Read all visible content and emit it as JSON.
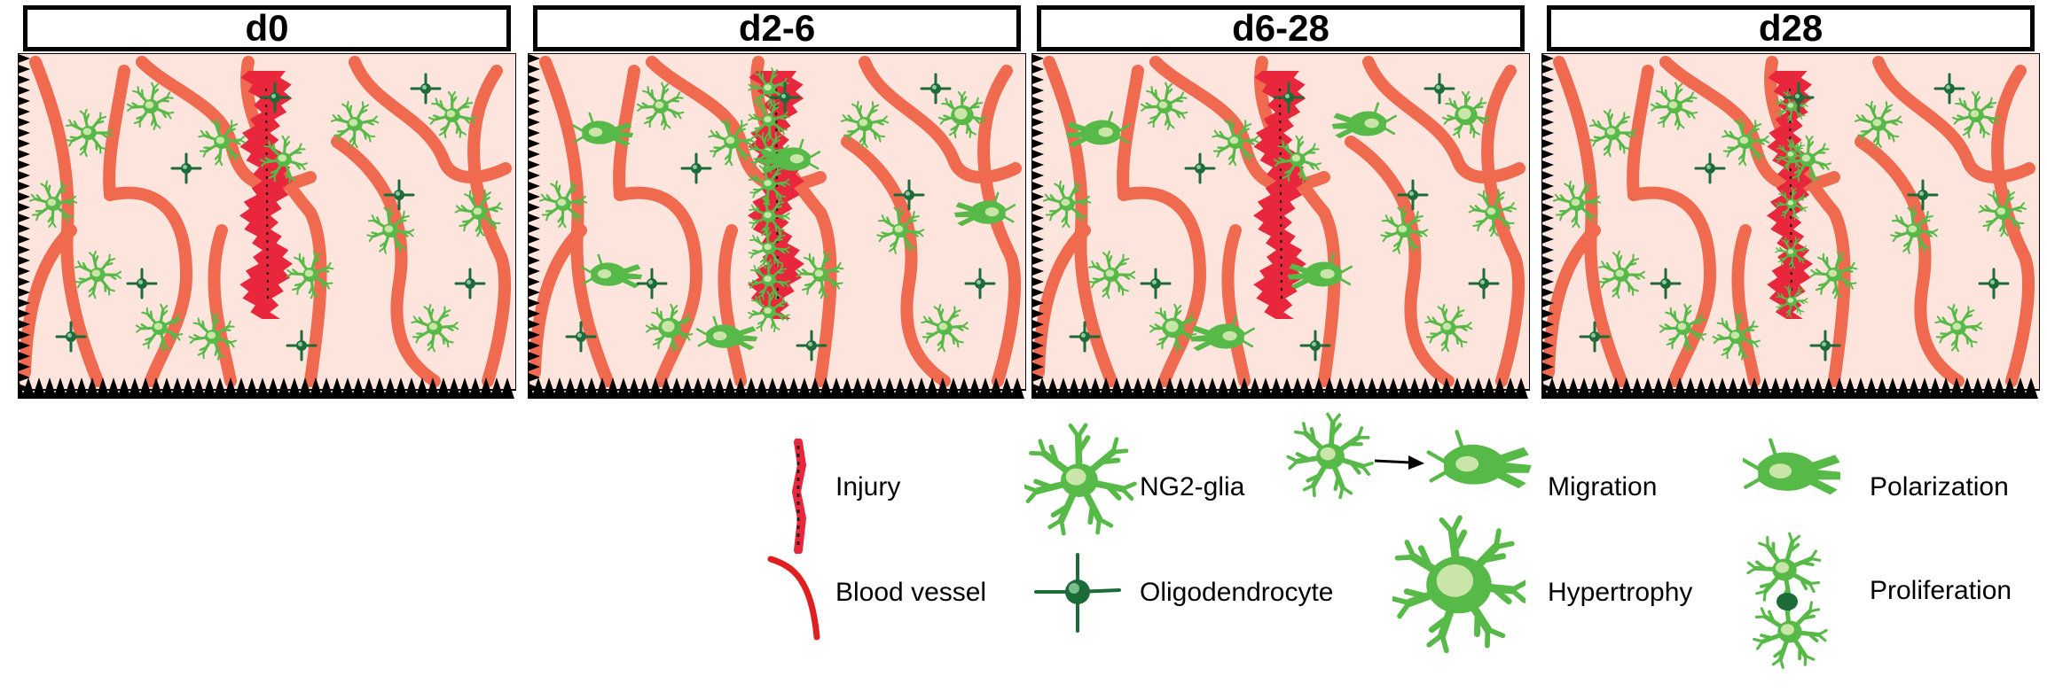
{
  "panels": [
    {
      "label": "d0",
      "injury": "thin",
      "glia_state": "resting"
    },
    {
      "label": "d2-6",
      "injury": "crowded",
      "glia_state": "migrating"
    },
    {
      "label": "d6-28",
      "injury": "thin",
      "glia_state": "polarized"
    },
    {
      "label": "d28",
      "injury": "scar",
      "glia_state": "resting"
    }
  ],
  "legend": {
    "injury": "Injury",
    "blood_vessel": "Blood vessel",
    "ng2_glia": "NG2-glia",
    "oligodendrocyte": "Oligodendrocyte",
    "migration": "Migration",
    "hypertrophy": "Hypertrophy",
    "polarization": "Polarization",
    "proliferation": "Proliferation"
  },
  "colors": {
    "tissue": "#fde4dc",
    "vessel": "#ef6a4f",
    "injury": "#e8263c",
    "glia": "#57b947",
    "glia_body": "#c9e6a8",
    "oligo": "#1e6b3a",
    "border": "#000000"
  }
}
